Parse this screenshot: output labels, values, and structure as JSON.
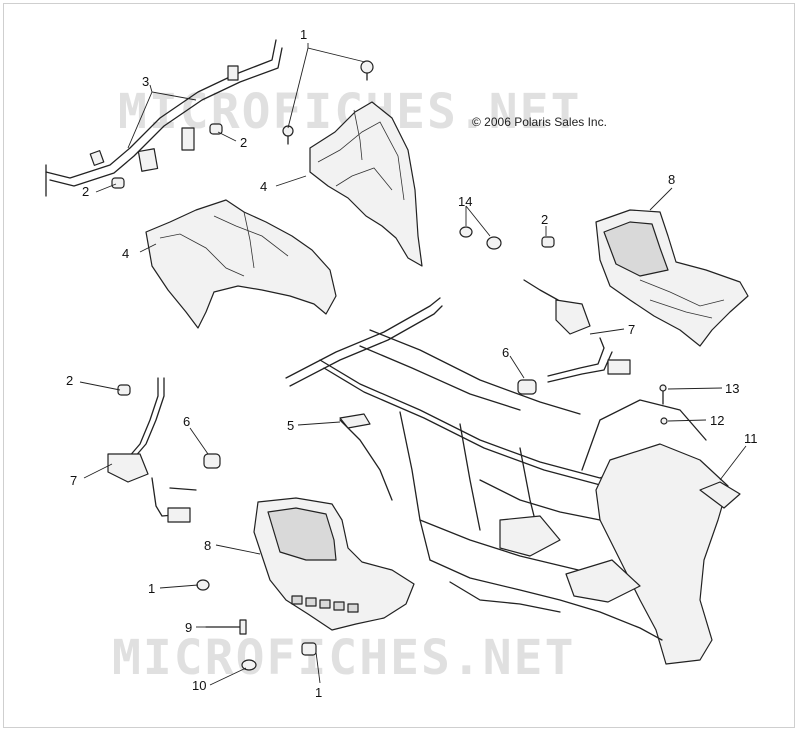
{
  "copyright": "© 2006 Polaris Sales Inc.",
  "watermarks": [
    "MICROFICHES.NET",
    "MICROFICHES.NET"
  ],
  "callouts": [
    {
      "id": "c1a",
      "label": "1"
    },
    {
      "id": "c3",
      "label": "3"
    },
    {
      "id": "c2a",
      "label": "2"
    },
    {
      "id": "c2b",
      "label": "2"
    },
    {
      "id": "c4a",
      "label": "4"
    },
    {
      "id": "c4b",
      "label": "4"
    },
    {
      "id": "c14",
      "label": "14"
    },
    {
      "id": "c2c",
      "label": "2"
    },
    {
      "id": "c8a",
      "label": "8"
    },
    {
      "id": "c7a",
      "label": "7"
    },
    {
      "id": "c6a",
      "label": "6"
    },
    {
      "id": "c13",
      "label": "13"
    },
    {
      "id": "c12",
      "label": "12"
    },
    {
      "id": "c11",
      "label": "11"
    },
    {
      "id": "c5",
      "label": "5"
    },
    {
      "id": "c2d",
      "label": "2"
    },
    {
      "id": "c6b",
      "label": "6"
    },
    {
      "id": "c7b",
      "label": "7"
    },
    {
      "id": "c8b",
      "label": "8"
    },
    {
      "id": "c1b",
      "label": "1"
    },
    {
      "id": "c9",
      "label": "9"
    },
    {
      "id": "c10",
      "label": "10"
    },
    {
      "id": "c1c",
      "label": "1"
    }
  ]
}
